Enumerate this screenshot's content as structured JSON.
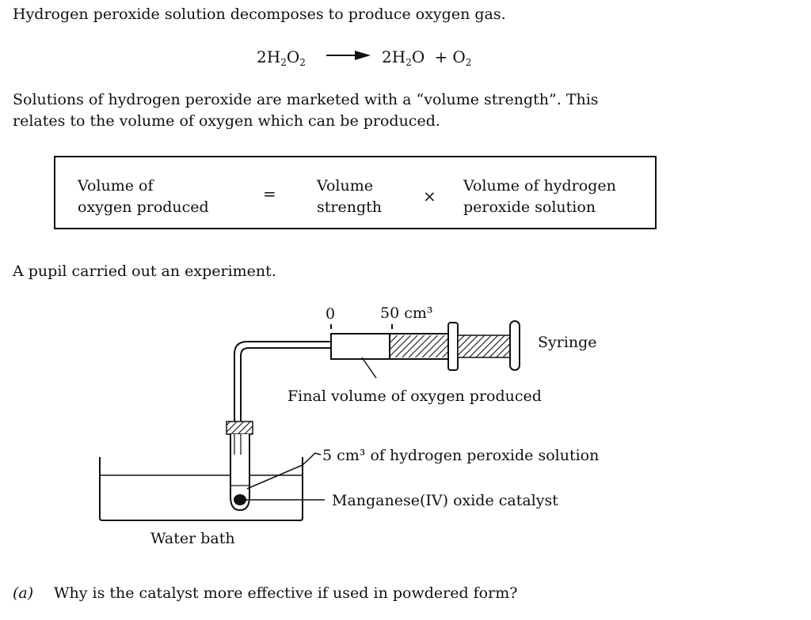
{
  "intro": {
    "line1": "Hydrogen peroxide solution decomposes to produce oxygen gas."
  },
  "equation": {
    "reactant_coef": "2",
    "reactant_h": "H",
    "reactant_h_sub": "2",
    "reactant_o": "O",
    "reactant_o_sub": "2",
    "product1_coef": "2",
    "product1_h": "H",
    "product1_h_sub": "2",
    "product1_o": "O",
    "plus": "+",
    "product2_o": "O",
    "product2_o_sub": "2"
  },
  "volume_strength": {
    "line1": "Solutions of hydrogen peroxide are marketed with a “volume strength”. This",
    "line2": "relates to the volume of oxygen which can be produced."
  },
  "formula": {
    "left_line1": "Volume of",
    "left_line2": "oxygen produced",
    "equals": "=",
    "middle_line1": "Volume",
    "middle_line2": "strength",
    "times": "×",
    "right_line1": "Volume of hydrogen",
    "right_line2": "peroxide solution"
  },
  "experiment_intro": "A pupil carried out an experiment.",
  "diagram": {
    "scale_zero": "0",
    "scale_50": "50 cm³",
    "syringe_label": "Syringe",
    "final_volume_label": "Final volume of oxygen produced",
    "peroxide_label": "5 cm³ of hydrogen peroxide solution",
    "catalyst_label": "Manganese(IV) oxide catalyst",
    "water_bath_label": "Water bath"
  },
  "question_a": {
    "number": "(a)",
    "text": "Why is the catalyst more effective if used in powdered form?"
  }
}
